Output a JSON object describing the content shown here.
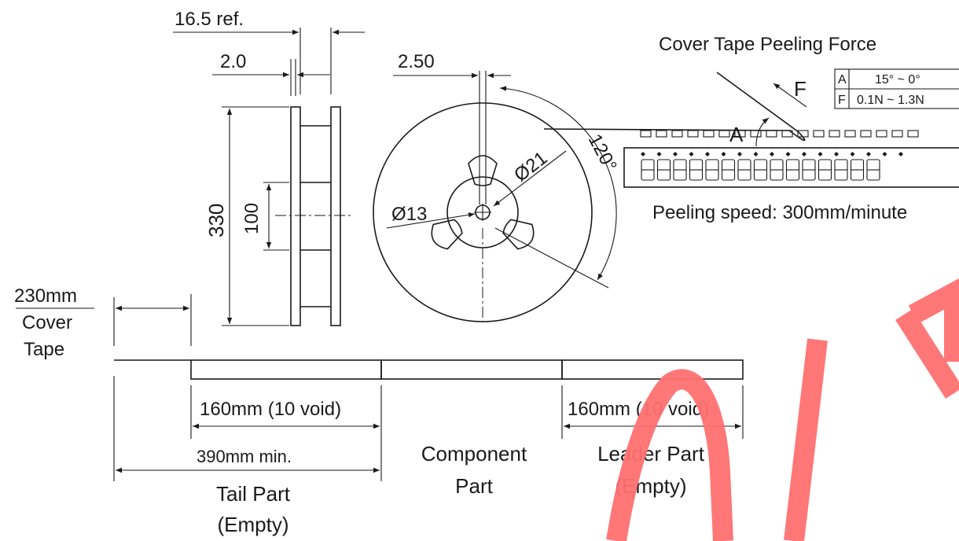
{
  "reel_side_view": {
    "dim_flange_ref": "16.5 ref.",
    "dim_hub_gap": "2.0",
    "dim_diameter": "330",
    "dim_hub": "100"
  },
  "reel_front_view": {
    "dim_slot": "2.50",
    "dim_hole_small": "Ø13",
    "dim_hole_large": "Ø21",
    "dim_angle": "120°"
  },
  "peeling": {
    "title": "Cover Tape Peeling Force",
    "force_symbol": "F",
    "angle_symbol": "A",
    "table": [
      {
        "param": "A",
        "value": "15° ~ 0°"
      },
      {
        "param": "F",
        "value": "0.1N ~ 1.3N"
      }
    ],
    "speed": "Peeling speed: 300mm/minute"
  },
  "tape_layout": {
    "cover_tape_len": "230mm",
    "cover_tape_label_1": "Cover",
    "cover_tape_label_2": "Tape",
    "tail_void": "160mm (10 void)",
    "leader_void": "160mm (10 void)",
    "tail_min": "390mm min.",
    "tail_label_1": "Tail Part",
    "tail_label_2": "(Empty)",
    "component_label_1": "Component",
    "component_label_2": "Part",
    "leader_label_1": "Leader Part",
    "leader_label_2": "(Empty)"
  }
}
